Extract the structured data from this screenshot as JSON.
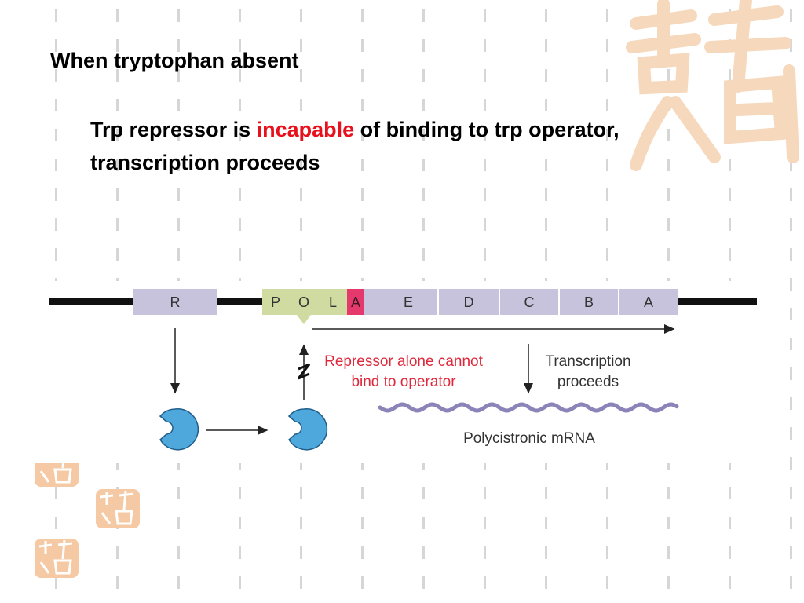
{
  "slide": {
    "title": "When tryptophan absent",
    "sentence_before": "Trp repressor is ",
    "sentence_highlight": "incapable",
    "sentence_after": " of binding to trp operator, transcription proceeds",
    "highlight_color": "#e8111b"
  },
  "diagram": {
    "regulator_gene_label": "R",
    "control_labels": [
      "P",
      "O",
      "L"
    ],
    "attenuator_label": "A",
    "structural_genes": [
      "E",
      "D",
      "C",
      "B",
      "A"
    ],
    "repressor_note": "Repressor alone cannot bind to operator",
    "transcription_note": "Transcription proceeds",
    "mrna_label": "Polycistronic mRNA",
    "colors": {
      "gene_box": "#c8c3dc",
      "control_box": "#cfdba0",
      "attenuator_box": "#e5396e",
      "repressor": "#4fa8dc",
      "mrna": "#8a84b8",
      "note_red": "#e0283c"
    }
  }
}
